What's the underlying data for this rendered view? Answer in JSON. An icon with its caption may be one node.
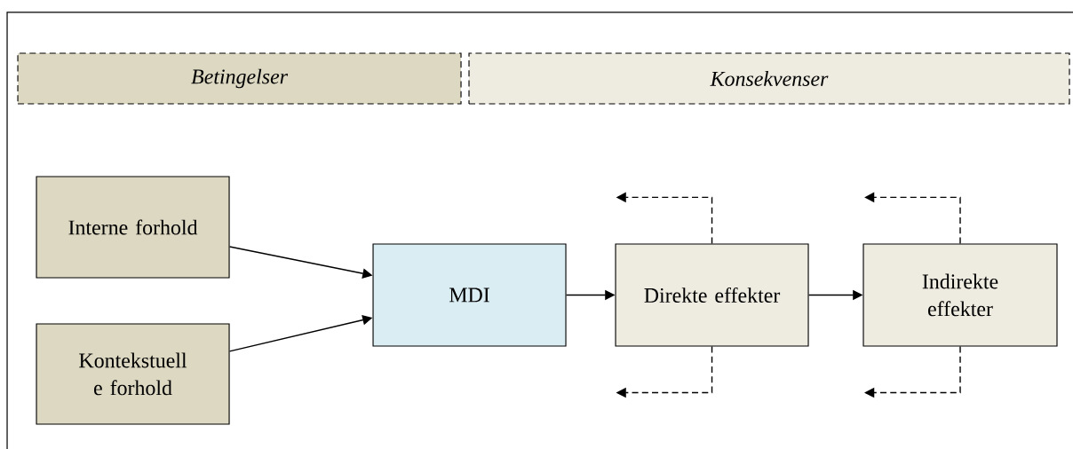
{
  "diagram": {
    "nodes": [
      {
        "text": [
          "Betingelser"
        ]
      },
      {
        "text": [
          "Konsekvenser"
        ]
      },
      {
        "text": [
          "Interne forhold"
        ]
      },
      {
        "text": [
          "Kontekstuell e forhold"
        ]
      },
      {
        "text": [
          "MDI"
        ]
      },
      {
        "text": [
          "Direkte effekter"
        ]
      },
      {
        "text": [
          "Indirekte effekter"
        ]
      }
    ],
    "edges": [
      {
        "from": 2,
        "to": 4,
        "arrow": "to"
      },
      {
        "from": 3,
        "to": 4,
        "arrow": "to"
      },
      {
        "from": 4,
        "to": 5,
        "arrow": "to"
      },
      {
        "from": 5,
        "to": 6,
        "arrow": "to"
      },
      {
        "from": 5,
        "to": null,
        "arrow": "to",
        "style": "dashed"
      },
      {
        "from": 5,
        "to": null,
        "arrow": "to",
        "style": "dashed"
      },
      {
        "from": 6,
        "to": null,
        "arrow": "to",
        "style": "dashed"
      },
      {
        "from": 6,
        "to": null,
        "arrow": "to",
        "style": "dashed"
      }
    ]
  }
}
